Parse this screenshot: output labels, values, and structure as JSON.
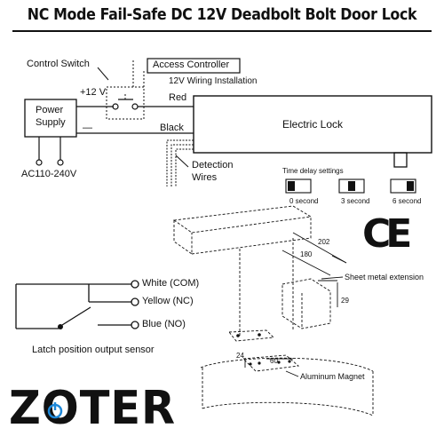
{
  "title": "NC Mode Fail-Safe DC 12V Deadbolt Bolt Door Lock",
  "wiring": {
    "control_switch": "Control Switch",
    "access_controller": "Access Controller",
    "plus_12v": "+12 V",
    "installation": "12V Wiring Installation",
    "red": "Red",
    "minus": "—",
    "black": "Black",
    "power_supply_line1": "Power",
    "power_supply_line2": "Supply",
    "ac_input": "AC110-240V",
    "electric_lock": "Electric Lock",
    "detection_line1": "Detection",
    "detection_line2": "Wires"
  },
  "time_delay": {
    "title": "Time delay settings",
    "options": [
      "0 second",
      "3 second",
      "6 second"
    ]
  },
  "sensor": {
    "white": "White (COM)",
    "yellow": "Yellow (NC)",
    "blue": "Blue (NO)",
    "caption": "Latch position output sensor"
  },
  "drawing": {
    "dim_202": "202",
    "dim_180": "180",
    "dim_29": "29",
    "dim_24": "24",
    "dim_60": "60",
    "sheet_metal": "Sheet metal extension",
    "magnet": "Aluminum Magnet"
  },
  "ce_mark": "CE",
  "brand": "ZOTER",
  "colors": {
    "ink": "#111111",
    "power_icon": "#1e88d8"
  }
}
